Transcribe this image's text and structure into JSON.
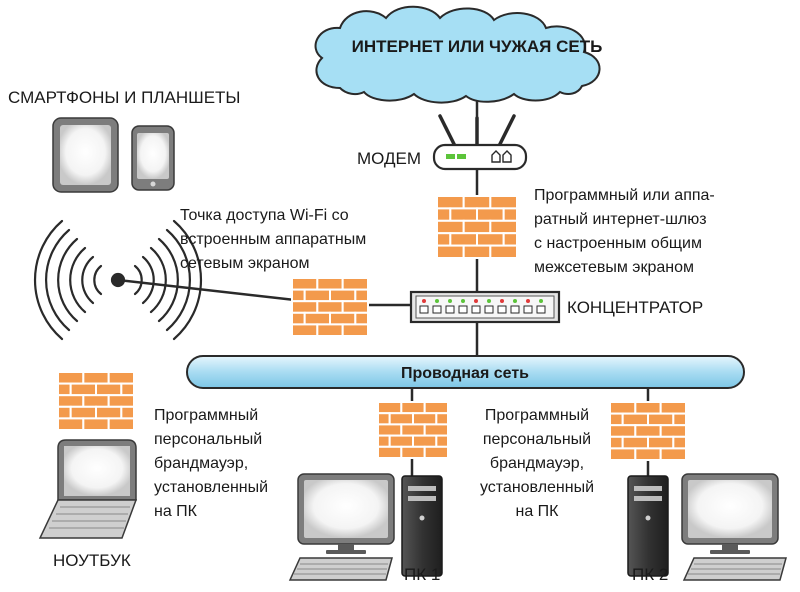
{
  "cloud": {
    "label": "ИНТЕРНЕТ ИЛИ ЧУЖАЯ СЕТЬ"
  },
  "devices": {
    "mobile_label": "СМАРТФОНЫ И ПЛАНШЕТЫ",
    "modem_label": "МОДЕМ",
    "hub_label": "КОНЦЕНТРАТОР",
    "laptop_label": "НОУТБУК",
    "pc1_label": "ПК 1",
    "pc2_label": "ПК 2"
  },
  "network": {
    "label": "Проводная сеть"
  },
  "notes": {
    "gateway": [
      "Программный или аппа-",
      "ратный интернет-шлюз",
      "с настроенным общим",
      "межсетевым экраном"
    ],
    "wifi": [
      "Точка доступа Wi-Fi со",
      "встроенным аппаратным",
      "сетевым экраном"
    ],
    "personal_fw_left": [
      "Программный",
      "персональный",
      "брандмауэр,",
      "установленный",
      "на ПК"
    ],
    "personal_fw_right": [
      "Программный",
      "персональный",
      "брандмауэр,",
      "установленный",
      "на ПК"
    ]
  },
  "colors": {
    "brick": "#f39a4c",
    "mortar": "#ffffff",
    "cloud_fill": "#a6dff4",
    "cloud_stroke": "#2a2a2a",
    "bus_fill": "#bfe6f7",
    "led_green": "#5cc43a",
    "led_red": "#e03a3a"
  },
  "icons": [
    "cloud-icon",
    "tablet-icon",
    "smartphone-icon",
    "wifi-access-point-icon",
    "modem-icon",
    "hub-icon",
    "laptop-icon",
    "desktop-pc-icon",
    "monitor-icon",
    "keyboard-icon",
    "firewall-icon"
  ]
}
